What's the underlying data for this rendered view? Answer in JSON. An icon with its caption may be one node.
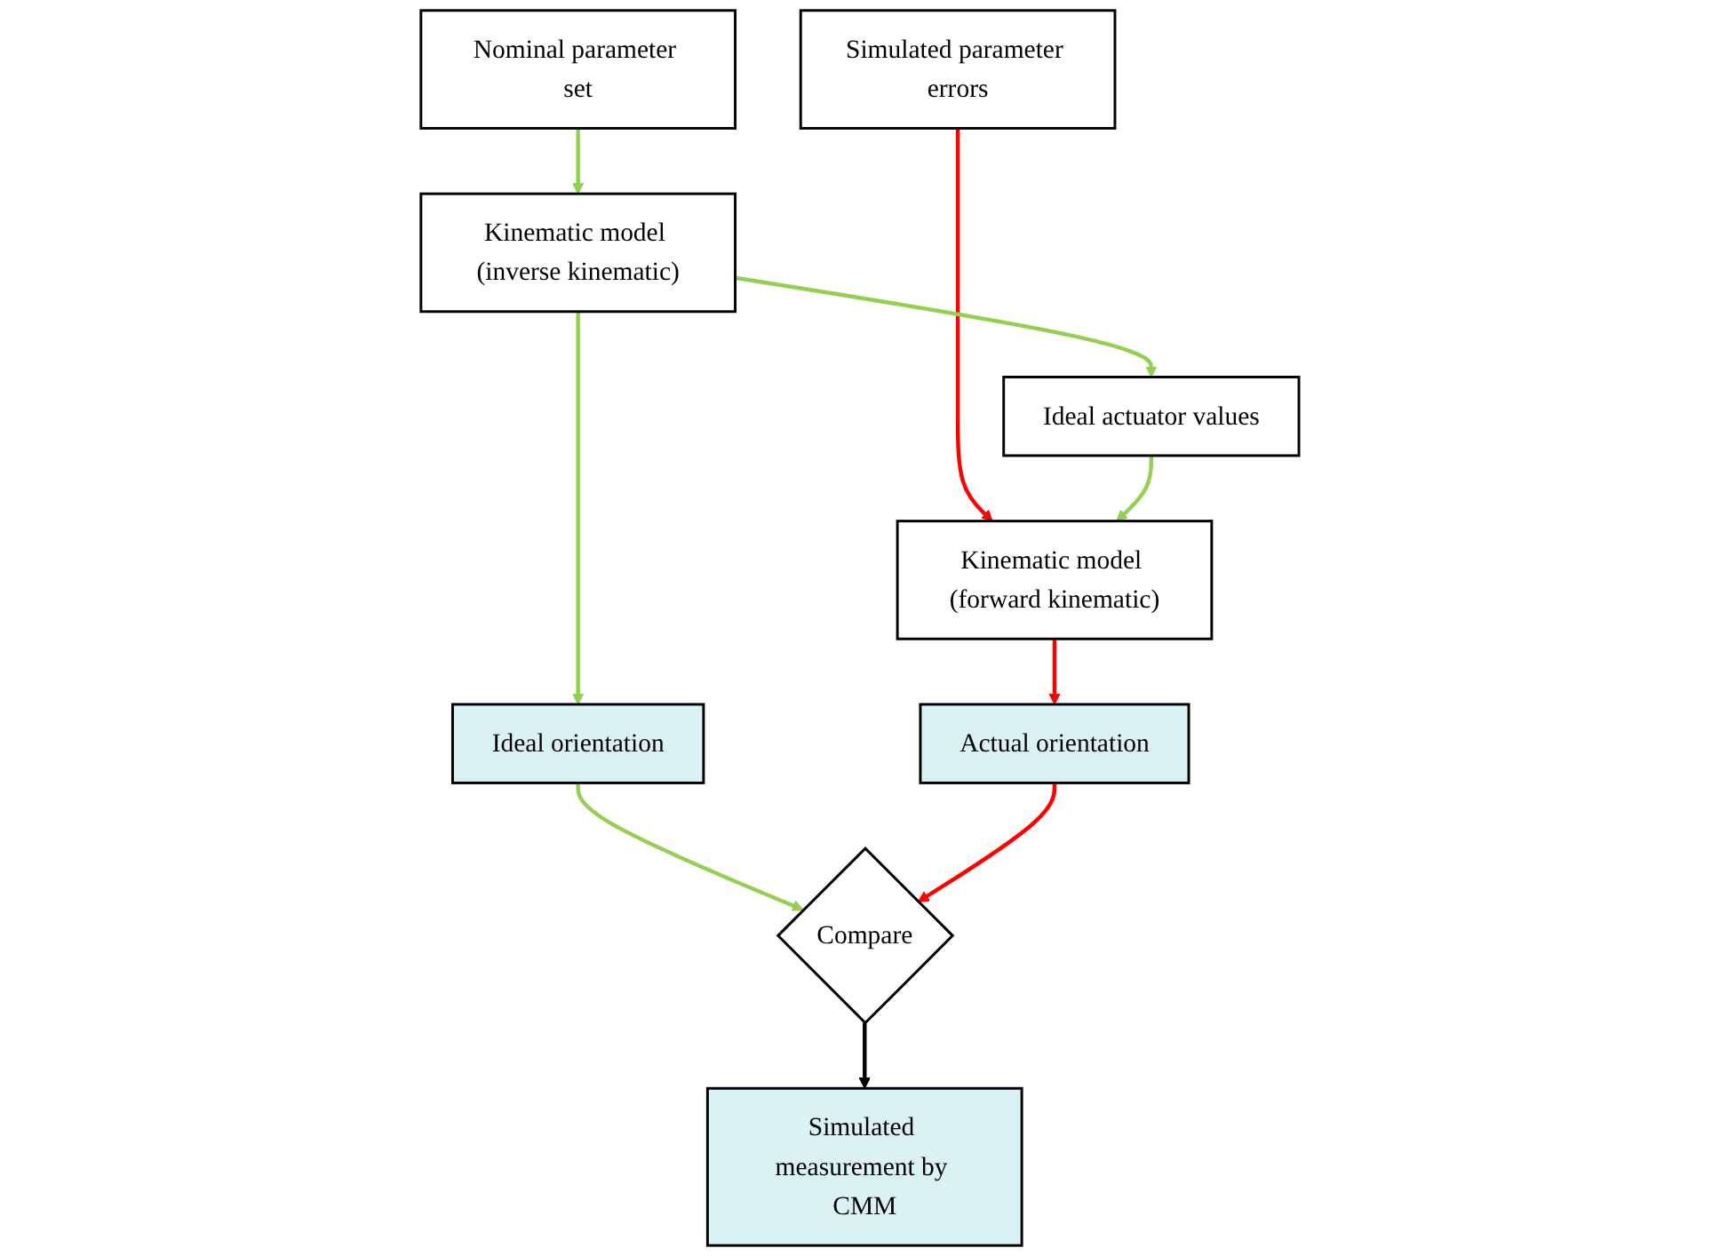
{
  "diagram": {
    "nodes": [
      {
        "text": [
          "Nominal parameter set"
        ]
      },
      {
        "text": [
          "Simulated parameter errors"
        ]
      },
      {
        "text": [
          "Kinematic model (inverse kinematic)"
        ]
      },
      {
        "text": [
          "Ideal actuator values"
        ]
      },
      {
        "text": [
          "Kinematic model (forward kinematic)"
        ]
      },
      {
        "text": [
          "Ideal orientation"
        ]
      },
      {
        "text": [
          "Compare"
        ]
      },
      {
        "text": [
          "Actual orientation"
        ]
      },
      {
        "text": [
          "Simulated measurement by CMM"
        ]
      }
    ],
    "edges": [
      {
        "from": 0,
        "to": 2,
        "arrow": "to",
        "color": "#92d050"
      },
      {
        "from": 1,
        "to": 4,
        "arrow": "to",
        "color": "#ff0000"
      },
      {
        "from": 2,
        "to": 3,
        "arrow": "to",
        "color": "#92d050"
      },
      {
        "from": 3,
        "to": 4,
        "arrow": "to",
        "color": "#92d050"
      },
      {
        "from": 2,
        "to": 5,
        "arrow": "to",
        "color": "#92d050"
      },
      {
        "from": 4,
        "to": 7,
        "arrow": "to",
        "color": "#ff0000"
      },
      {
        "from": 5,
        "to": 6,
        "arrow": "to",
        "color": "#92d050"
      },
      {
        "from": 7,
        "to": 6,
        "arrow": "to",
        "color": "#ff0000"
      },
      {
        "from": 6,
        "to": 8,
        "arrow": "to",
        "color": "#000000"
      }
    ]
  }
}
